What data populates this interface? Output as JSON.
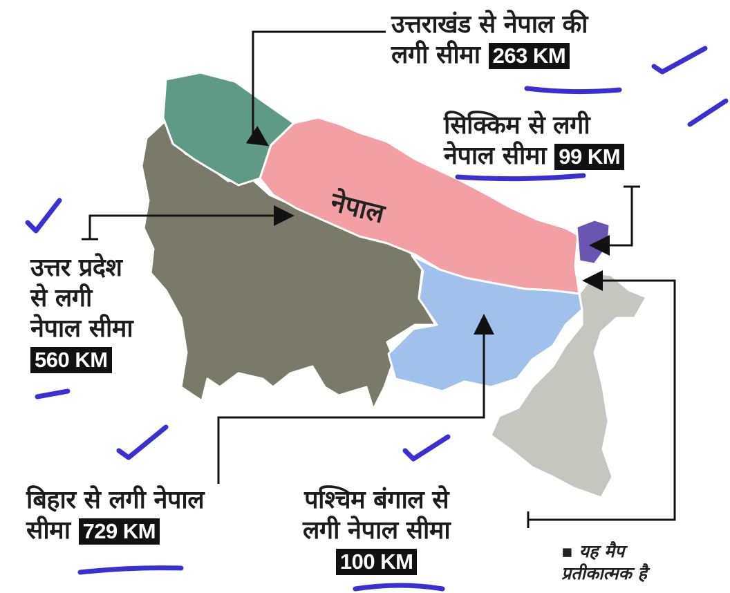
{
  "map": {
    "region_label": "नेपाल",
    "colors": {
      "uttarakhand": "#5e9a86",
      "uttar_pradesh": "#7a7a6b",
      "nepal": "#f2a0a6",
      "bihar": "#9fc1ec",
      "sikkim": "#6a56b2",
      "west_bengal": "#c6c6c0",
      "ink_marks": "#3a2fd0"
    }
  },
  "callouts": {
    "uttarakhand": {
      "line1": "उत्तराखंड से नेपाल की",
      "line2": "लगी सीमा",
      "km": "263 KM"
    },
    "sikkim": {
      "line1": "सिक्किम से लगी",
      "line2": "नेपाल सीमा",
      "km": "99 KM"
    },
    "uttar_pradesh": {
      "line1": "उत्तर प्रदेश",
      "line2": "से लगी",
      "line3": "नेपाल सीमा",
      "km": "560 KM"
    },
    "bihar": {
      "line1": "बिहार से लगी नेपाल",
      "line2": "सीमा",
      "km": "729 KM"
    },
    "west_bengal": {
      "line1": "पश्चिम बंगाल से",
      "line2": "लगी नेपाल सीमा",
      "km": "100 KM"
    }
  },
  "note": {
    "line1": "▪ यह मैप",
    "line2": "प्रतीकात्मक है"
  }
}
